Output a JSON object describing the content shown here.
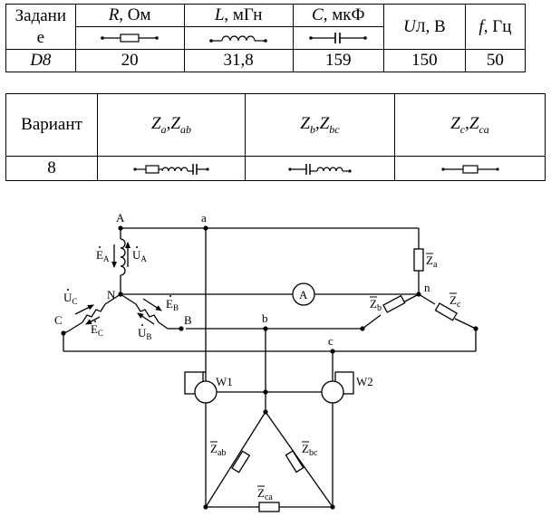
{
  "table1": {
    "h_task_1": "Задани",
    "h_task_2": "е",
    "h_r_var": "R",
    "h_r_unit": ", Ом",
    "h_l_var": "L",
    "h_l_unit": ", мГн",
    "h_c_var": "C",
    "h_c_unit": ", мкФ",
    "h_u_var": "U",
    "h_u_sub": "Л",
    "h_u_unit": ", В",
    "h_f_var": "f",
    "h_f_unit": ", Гц",
    "row_task": "D8",
    "row_r": "20",
    "row_l": "31,8",
    "row_c": "159",
    "row_u": "150",
    "row_f": "50"
  },
  "table2": {
    "h_variant": "Вариант",
    "h_a_z1": "Z",
    "h_a_s1": "a",
    "h_a_z2": "Z",
    "h_a_s2": "ab",
    "h_b_z1": "Z",
    "h_b_s1": "b",
    "h_b_z2": "Z",
    "h_b_s2": "bc",
    "h_c_z1": "Z",
    "h_c_s1": "c",
    "h_c_z2": "Z",
    "h_c_s2": "ca",
    "row_variant": "8"
  },
  "circuit": {
    "node_A": "A",
    "node_a": "a",
    "node_N": "N",
    "node_n": "n",
    "node_B": "B",
    "node_b": "b",
    "node_C": "C",
    "node_c": "c",
    "ea": "E",
    "ea_sub": "A",
    "ua": "U",
    "ua_sub": "A",
    "eb": "E",
    "eb_sub": "B",
    "ub": "U",
    "ub_sub": "B",
    "ec": "E",
    "ec_sub": "C",
    "uc": "U",
    "uc_sub": "C",
    "ammeter": "A",
    "w1": "W1",
    "w2": "W2",
    "za": "Z",
    "za_sub": "a",
    "zb": "Z",
    "zb_sub": "b",
    "zc": "Z",
    "zc_sub": "c",
    "zab": "Z",
    "zab_sub": "ab",
    "zbc": "Z",
    "zbc_sub": "bc",
    "zca": "Z",
    "zca_sub": "ca"
  }
}
